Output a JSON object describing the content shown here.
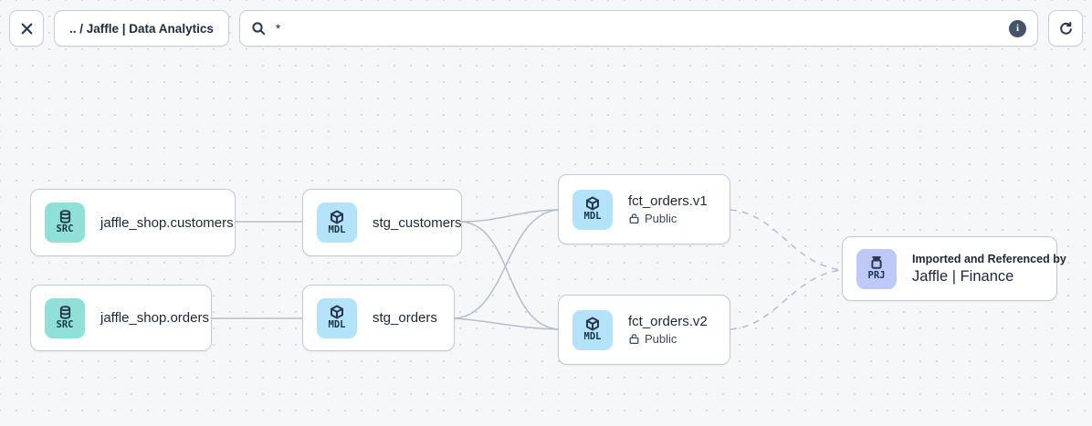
{
  "toolbar": {
    "breadcrumb": ".. / Jaffle | Data Analytics",
    "search": {
      "value": "*",
      "placeholder": ""
    },
    "icons": [
      "close-icon",
      "search-icon",
      "info-icon",
      "refresh-icon"
    ]
  },
  "colors": {
    "canvas_bg": "#f6f7f9",
    "dot": "#d6dae1",
    "edge": "#b6bdc9",
    "src_badge": "#8fe1d7",
    "mdl_badge": "#b3e3f8",
    "prj_badge": "#bfc9f7",
    "text": "#1b2836"
  },
  "nodes": [
    {
      "id": "jaffle_shop.customers",
      "badge": "SRC",
      "title": "jaffle_shop.customers"
    },
    {
      "id": "jaffle_shop.orders",
      "badge": "SRC",
      "title": "jaffle_shop.orders"
    },
    {
      "id": "stg_customers",
      "badge": "MDL",
      "title": "stg_customers"
    },
    {
      "id": "stg_orders",
      "badge": "MDL",
      "title": "stg_orders"
    },
    {
      "id": "fct_orders.v1",
      "badge": "MDL",
      "title": "fct_orders.v1",
      "subtitle": "Public"
    },
    {
      "id": "fct_orders.v2",
      "badge": "MDL",
      "title": "fct_orders.v2",
      "subtitle": "Public"
    },
    {
      "id": "jaffle_finance",
      "badge": "PRJ",
      "caption": "Imported and Referenced by",
      "title": "Jaffle | Finance"
    }
  ],
  "edges": [
    {
      "from": "jaffle_shop.customers",
      "to": "stg_customers",
      "style": "solid"
    },
    {
      "from": "jaffle_shop.orders",
      "to": "stg_orders",
      "style": "solid"
    },
    {
      "from": "stg_customers",
      "to": "fct_orders.v1",
      "style": "solid"
    },
    {
      "from": "stg_customers",
      "to": "fct_orders.v2",
      "style": "solid"
    },
    {
      "from": "stg_orders",
      "to": "fct_orders.v1",
      "style": "solid"
    },
    {
      "from": "stg_orders",
      "to": "fct_orders.v2",
      "style": "solid"
    },
    {
      "from": "fct_orders.v1",
      "to": "jaffle_finance",
      "style": "dashed"
    },
    {
      "from": "fct_orders.v2",
      "to": "jaffle_finance",
      "style": "dashed"
    }
  ]
}
